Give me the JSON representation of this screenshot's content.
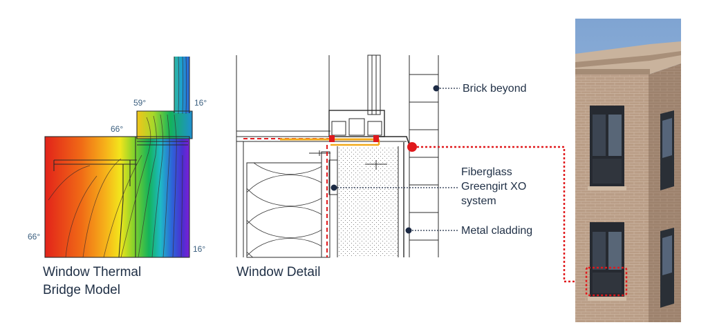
{
  "thermal_model": {
    "caption_line1": "Window Thermal",
    "caption_line2": "Bridge Model",
    "temps": {
      "interior_left": "66°",
      "sill_top": "66°",
      "frame_top": "59°",
      "exterior_top": "16°",
      "exterior_bottom": "16°"
    },
    "gradient_colors": [
      "#e2231a",
      "#f06a16",
      "#f6b21a",
      "#f2e51c",
      "#7fd02c",
      "#14b35a",
      "#1fb9c6",
      "#2d63d8",
      "#4b2fd0",
      "#7b1fd6"
    ]
  },
  "window_detail": {
    "caption": "Window Detail"
  },
  "callouts": {
    "brick": "Brick beyond",
    "girt_line1": "Fiberglass",
    "girt_line2": "Greengirt XO",
    "girt_line3": "system",
    "metal": "Metal cladding"
  },
  "colors": {
    "leader_dot": "#1c2a44",
    "highlight_red": "#e0191c",
    "brick": "#b99d86",
    "mortar": "#cdb7a3",
    "window_dark": "#262a31",
    "sky": "#8fb0d8"
  }
}
